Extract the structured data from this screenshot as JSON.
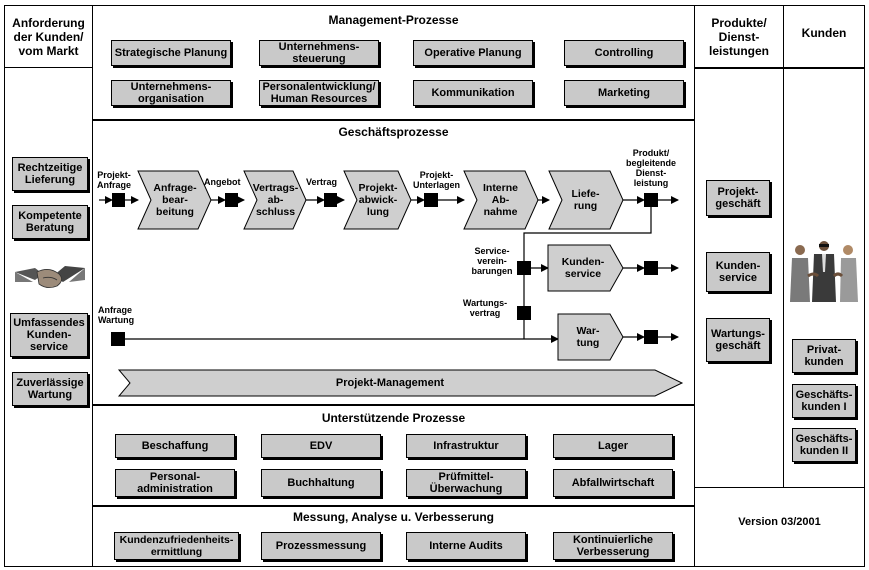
{
  "headers": {
    "left": "Anforderung\nder Kunden/\nvom Markt",
    "products": "Produkte/\nDienst-\nleistungen",
    "customers": "Kunden"
  },
  "management": {
    "title": "Management-Prozesse",
    "items": [
      "Strategische Planung",
      "Unternehmens-\nsteuerung",
      "Operative Planung",
      "Controlling",
      "Unternehmens-\norganisation",
      "Personalentwicklung/\nHuman Resources",
      "Kommunikation",
      "Marketing"
    ]
  },
  "business": {
    "title": "Geschäftsprozesse",
    "steps": [
      "Anfrage-\nbear-\nbeitung",
      "Vertrags-\nab-\nschluss",
      "Projekt-\nabwick-\nlung",
      "Interne\nAb-\nnahme",
      "Liefe-\nrung",
      "Kunden-\nservice",
      "War-\ntung"
    ],
    "labels": {
      "projekt_anfrage": "Projekt-\nAnfrage",
      "angebot": "Angebot",
      "vertrag": "Vertrag",
      "projekt_unterlagen": "Projekt-\nUnterlagen",
      "produkt": "Produkt/\nbegleitende\nDienst-\nleistung",
      "service": "Service-\nverein-\nbarungen",
      "wartungsvertrag": "Wartungs-\nvertrag",
      "anfrage_wartung": "Anfrage\nWartung"
    },
    "project_management": "Projekt-Management"
  },
  "support": {
    "title": "Unterstützende Prozesse",
    "items": [
      "Beschaffung",
      "EDV",
      "Infrastruktur",
      "Lager",
      "Personal-\nadministration",
      "Buchhaltung",
      "Prüfmittel-\nÜberwachung",
      "Abfallwirtschaft"
    ]
  },
  "measurement": {
    "title": "Messung, Analyse u. Verbesserung",
    "items": [
      "Kundenzufriedenheits-\nermittlung",
      "Prozessmessung",
      "Interne Audits",
      "Kontinuierliche\nVerbesserung"
    ]
  },
  "requirements": [
    "Rechtzeitige\nLieferung",
    "Kompetente\nBeratung",
    "Umfassendes\nKunden-\nservice",
    "Zuverlässige\nWartung"
  ],
  "products": [
    "Projekt-\ngeschäft",
    "Kunden-\nservice",
    "Wartungs-\ngeschäft"
  ],
  "customers": [
    "Privat-\nkunden",
    "Geschäfts-\nkunden I",
    "Geschäfts-\nkunden II"
  ],
  "version": "Version 03/2001",
  "icons": [
    "handshake-icon",
    "business-people-icon"
  ]
}
